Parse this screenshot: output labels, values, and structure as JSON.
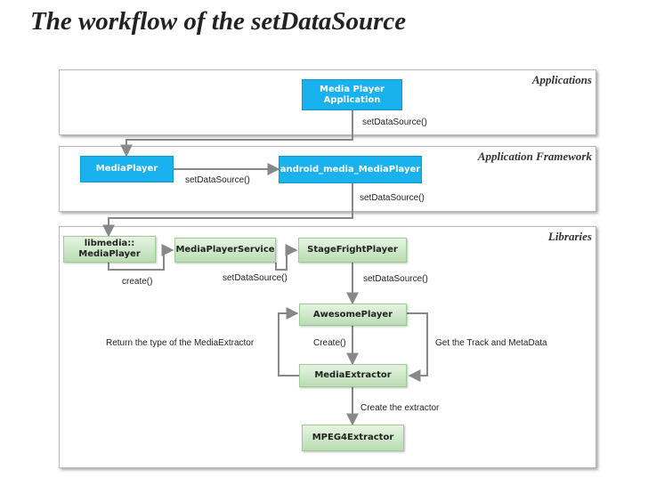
{
  "title": {
    "prefix": "The workflow of the ",
    "emphasis": "setDataSource"
  },
  "layers": {
    "applications": "Applications",
    "framework": "Application Framework",
    "libraries": "Libraries"
  },
  "nodes": {
    "media_player_application": "Media Player\nApplication",
    "mediaplayer": "MediaPlayer",
    "android_media_mediaplayer": "android_media_MediaPlayer",
    "libmedia_mediaplayer": "libmedia::\nMediaPlayer",
    "mediaplayerservice": "MediaPlayerService",
    "stagefrightplayer": "StageFrightPlayer",
    "awesomeplayer": "AwesomePlayer",
    "mediaextractor": "MediaExtractor",
    "mpeg4extractor": "MPEG4Extractor"
  },
  "edges": {
    "app_to_mediaplayer": "setDataSource()",
    "mediaplayer_to_android": "setDataSource()",
    "android_to_libmedia": "setDataSource()",
    "libmedia_to_service": "create()",
    "service_to_stagefright": "setDataSource()",
    "stagefright_to_awesome": "setDataSource()",
    "awesome_to_extractor": "Create()",
    "extractor_to_awesome": "Return the type of the MediaExtractor",
    "awesome_get_track": "Get the Track and MetaData",
    "extractor_to_mpeg4": "Create the extractor"
  },
  "colors": {
    "blue_node": "#1ab2ee",
    "green_node": "#c8e6c0",
    "arrow": "#888888"
  }
}
